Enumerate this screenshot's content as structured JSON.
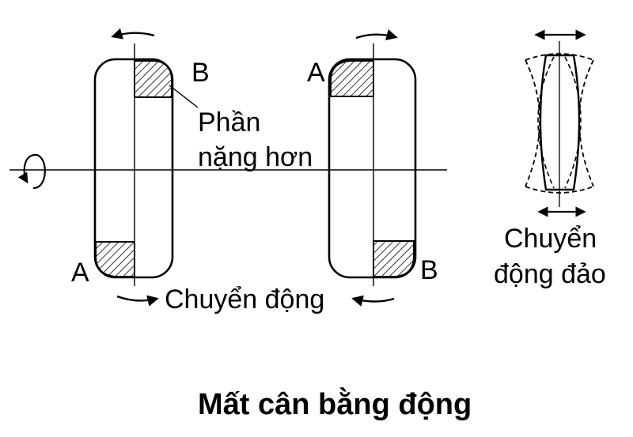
{
  "diagram": {
    "wheel_left": {
      "label_top": "B",
      "label_bottom": "A"
    },
    "wheel_right": {
      "label_top": "A",
      "label_bottom": "B"
    },
    "heavier_part_label": {
      "line1": "Phần",
      "line2": "nặng hơn"
    },
    "motion_label": "Chuyển động",
    "wobble_label": {
      "line1": "Chuyển",
      "line2": "động đảo"
    },
    "title": "Mất cân bằng động"
  },
  "colors": {
    "ink": "#000000",
    "background": "#ffffff"
  }
}
